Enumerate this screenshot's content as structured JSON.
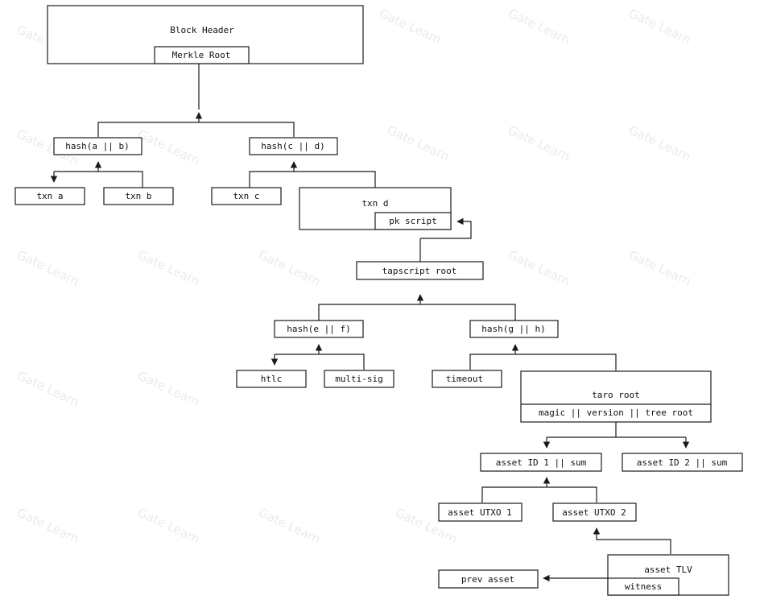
{
  "colors": {
    "stroke": "#1a1a1a",
    "text": "#111111",
    "background": "#ffffff",
    "watermark": "#d9d9d9"
  },
  "watermark": "Gate Learn",
  "nodes": {
    "block_header": "Block Header",
    "merkle_root": "Merkle Root",
    "hash_ab": "hash(a || b)",
    "hash_cd": "hash(c || d)",
    "txn_a": "txn a",
    "txn_b": "txn b",
    "txn_c": "txn c",
    "txn_d": "txn d",
    "pk_script": "pk script",
    "tapscript_root": "tapscript root",
    "hash_ef": "hash(e || f)",
    "hash_gh": "hash(g || h)",
    "htlc": "htlc",
    "multisig": "multi-sig",
    "timeout": "timeout",
    "taro_root": "taro root",
    "taro_root_detail": "magic || version || tree root",
    "asset_id_1": "asset ID 1 || sum",
    "asset_id_2": "asset ID 2 || sum",
    "asset_utxo_1": "asset UTXO 1",
    "asset_utxo_2": "asset UTXO 2",
    "asset_tlv": "asset TLV",
    "witness": "witness",
    "prev_asset": "prev asset"
  }
}
